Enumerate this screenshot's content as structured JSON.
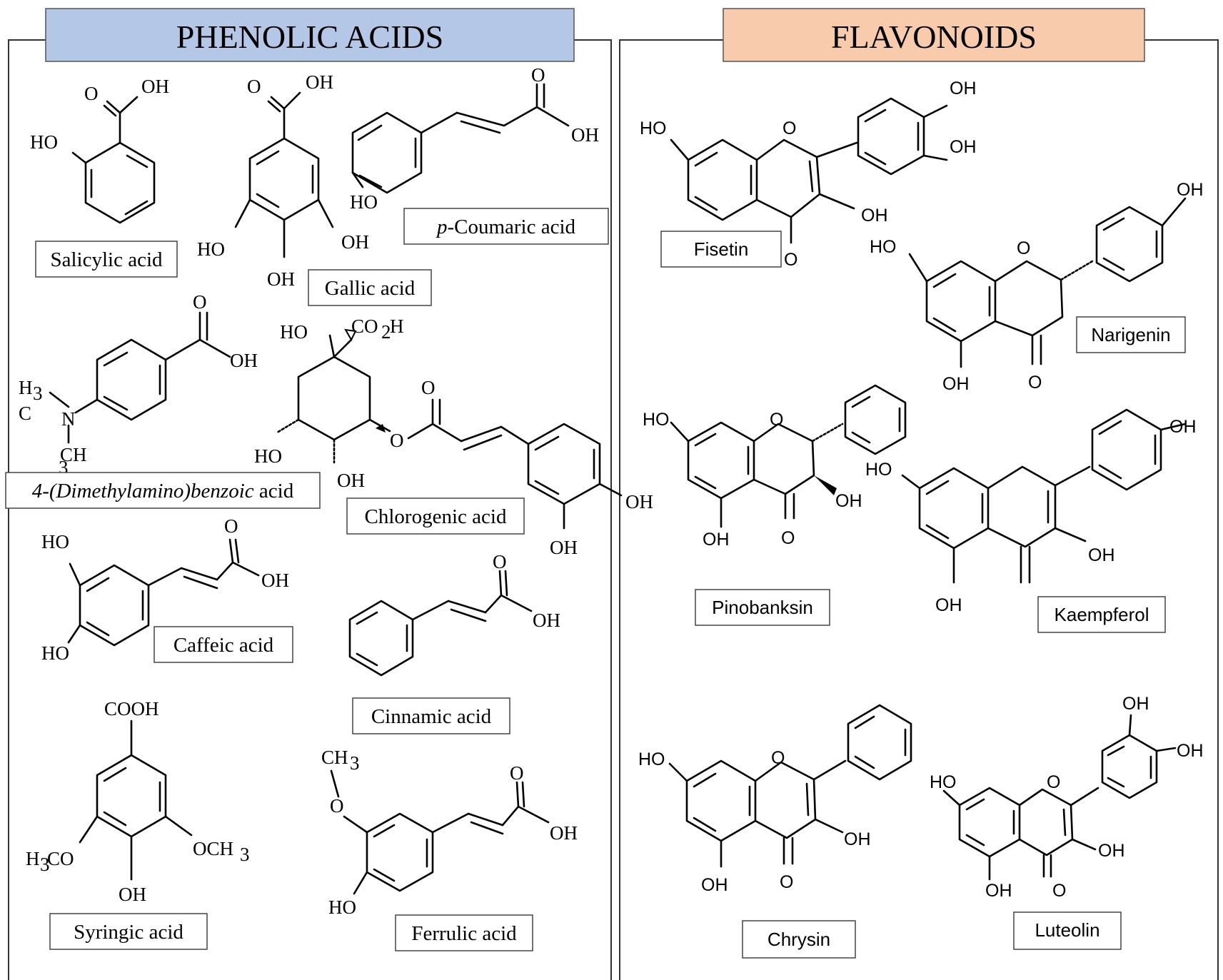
{
  "panels": {
    "phenolic": {
      "title": "PHENOLIC ACIDS",
      "color": "#b4c7e7",
      "compounds": {
        "salicylic": "Salicylic acid",
        "gallic": "Gallic acid",
        "p_coumaric_prefix": "p",
        "p_coumaric_rest": "-Coumaric acid",
        "dmab_italic": "4-(Dimethylamino)benzoic",
        "dmab_rest": " acid",
        "chlorogenic": "Chlorogenic acid",
        "caffeic": "Caffeic acid",
        "cinnamic": "Cinnamic acid",
        "syringic": "Syringic acid",
        "ferrulic": "Ferrulic acid"
      }
    },
    "flavonoids": {
      "title": "FLAVONOIDS",
      "color": "#f8cbad",
      "compounds": {
        "fisetin": "Fisetin",
        "narigenin": "Narigenin",
        "pinobanksin": "Pinobanksin",
        "kaempferol": "Kaempferol",
        "chrysin": "Chrysin",
        "luteolin": "Luteolin"
      }
    }
  },
  "atoms": {
    "oh": "OH",
    "ho": "HO",
    "o": "O",
    "n": "N",
    "c": "C",
    "h": "H",
    "ch": "CH",
    "co": "CO",
    "cooh": "COOH",
    "och": "OCH",
    "sub2": "2",
    "sub3": "3"
  }
}
